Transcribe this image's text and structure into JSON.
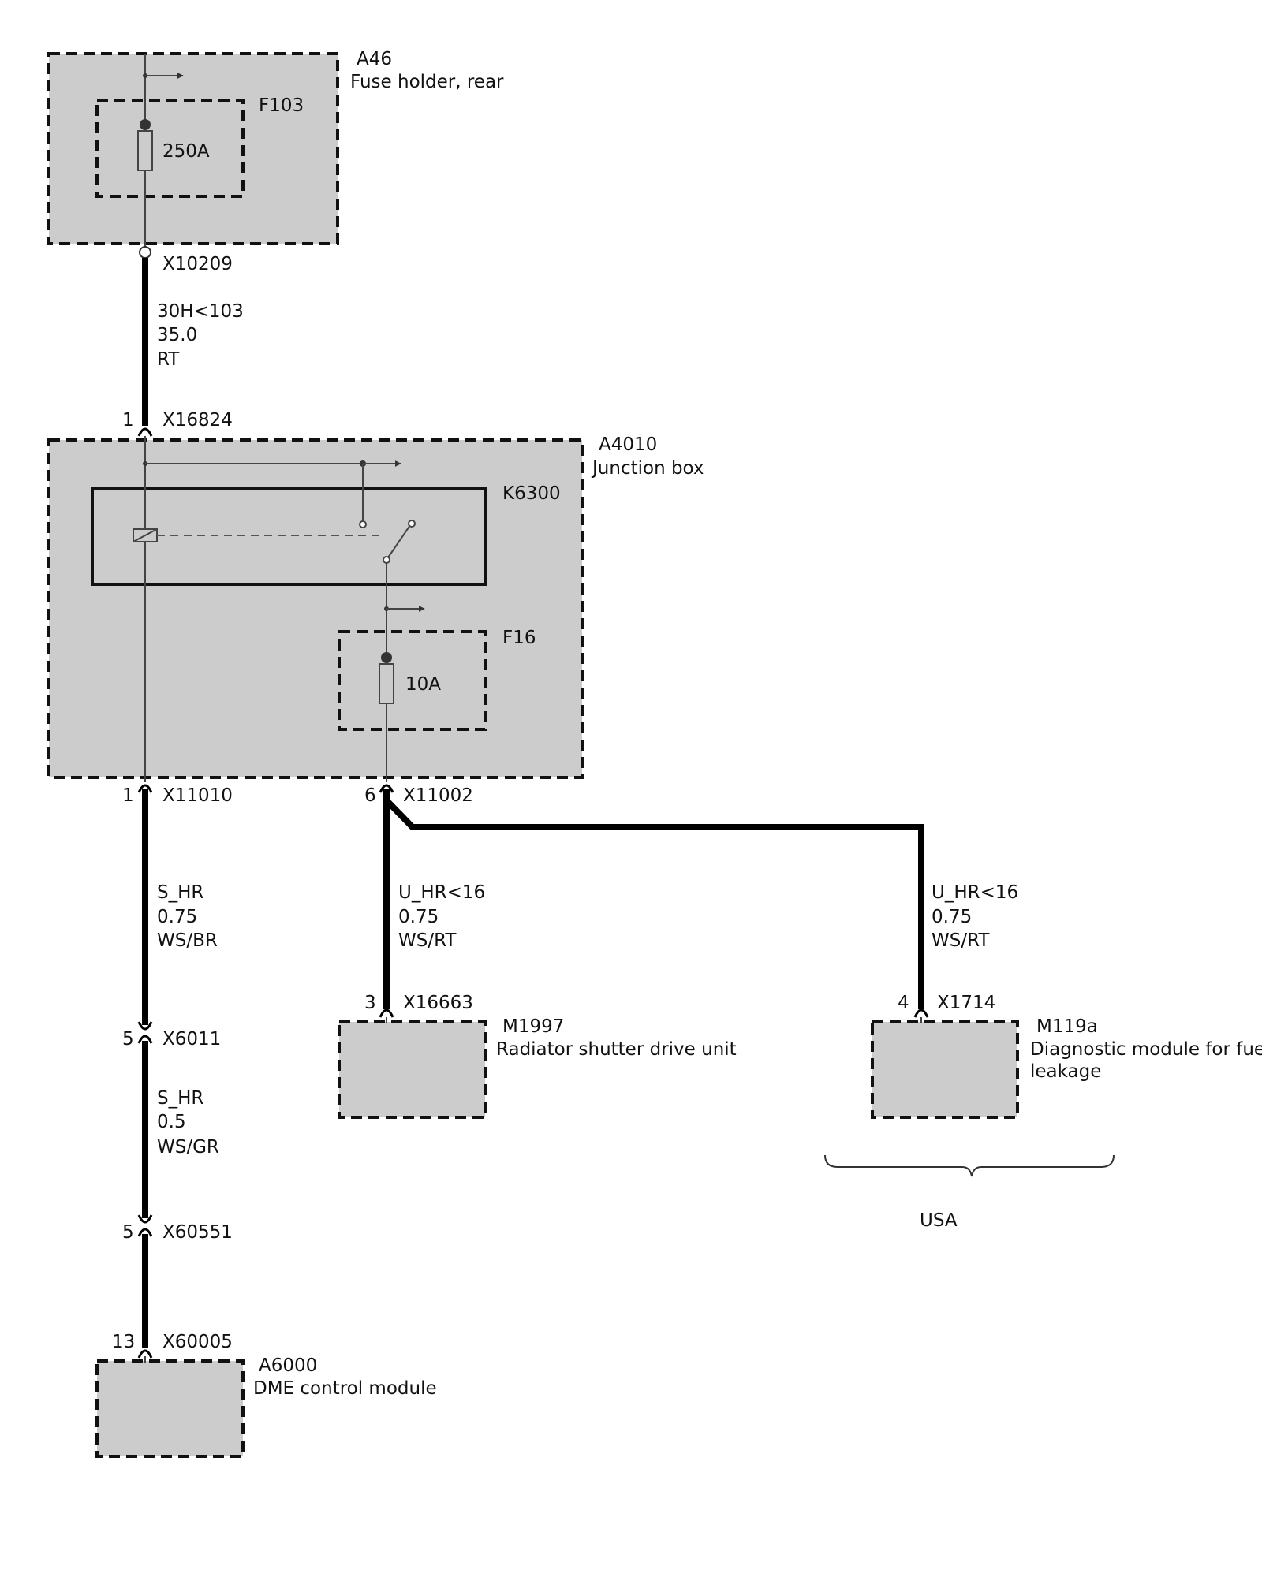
{
  "diagram": {
    "fuse_holder": {
      "id": "A46",
      "name": "Fuse holder, rear"
    },
    "fuse_f103": {
      "id": "F103",
      "rating": "250A"
    },
    "conn_x10209": "X10209",
    "wire_main": {
      "signal": "30H<103",
      "size": "35.0",
      "color": "RT"
    },
    "conn_x16824": {
      "pin": "1",
      "id": "X16824"
    },
    "junction_box": {
      "id": "A4010",
      "name": "Junction box"
    },
    "relay": {
      "id": "K6300"
    },
    "fuse_f16": {
      "id": "F16",
      "rating": "10A"
    },
    "conn_x11010": {
      "pin": "1",
      "id": "X11010"
    },
    "conn_x11002": {
      "pin": "6",
      "id": "X11002"
    },
    "wire_s_hr_1": {
      "signal": "S_HR",
      "size": "0.75",
      "color": "WS/BR"
    },
    "wire_u_hr_1": {
      "signal": "U_HR<16",
      "size": "0.75",
      "color": "WS/RT"
    },
    "wire_u_hr_2": {
      "signal": "U_HR<16",
      "size": "0.75",
      "color": "WS/RT"
    },
    "conn_x6011": {
      "pin": "5",
      "id": "X6011"
    },
    "conn_x16663": {
      "pin": "3",
      "id": "X16663"
    },
    "conn_x1714": {
      "pin": "4",
      "id": "X1714"
    },
    "radiator_shutter": {
      "id": "M1997",
      "name": "Radiator shutter drive unit"
    },
    "diag_module": {
      "id": "M119a",
      "name_line1": "Diagnostic module for fuel",
      "name_line2": "leakage"
    },
    "wire_s_hr_2": {
      "signal": "S_HR",
      "size": "0.5",
      "color": "WS/GR"
    },
    "conn_x60551": {
      "pin": "5",
      "id": "X60551"
    },
    "market_label": "USA",
    "conn_x60005": {
      "pin": "13",
      "id": "X60005"
    },
    "dme": {
      "id": "A6000",
      "name": "DME control module"
    }
  }
}
